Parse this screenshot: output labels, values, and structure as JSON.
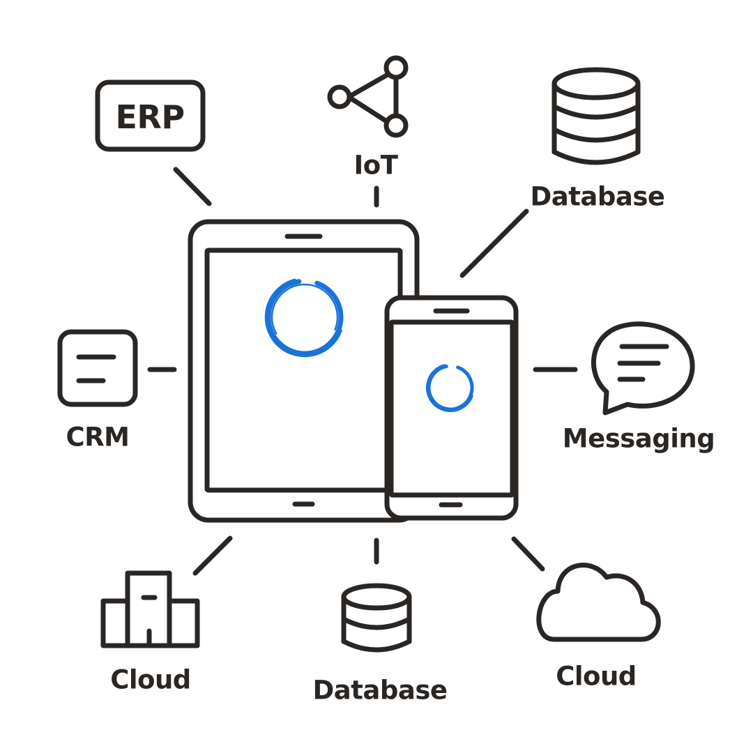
{
  "colors": {
    "stroke": "#2a2623",
    "accent": "#1a73d9",
    "background": "#ffffff"
  },
  "center": {
    "tablet_icon": "tablet-icon",
    "phone_icon": "smartphone-icon",
    "logo_icon": "blue-ring-logo-icon"
  },
  "nodes": {
    "erp": {
      "icon": "erp-box-icon",
      "text": "ERP"
    },
    "iot": {
      "icon": "network-triangle-icon",
      "label": "IoT"
    },
    "database_top": {
      "icon": "database-icon",
      "label": "Database"
    },
    "crm": {
      "icon": "document-card-icon",
      "label": "CRM"
    },
    "messaging": {
      "icon": "chat-bubble-icon",
      "label": "Messaging"
    },
    "cloud_left": {
      "icon": "buildings-icon",
      "label": "Cloud"
    },
    "database_bottom": {
      "icon": "database-icon",
      "label": "Database"
    },
    "cloud_right": {
      "icon": "cloud-icon",
      "label": "Cloud"
    }
  }
}
